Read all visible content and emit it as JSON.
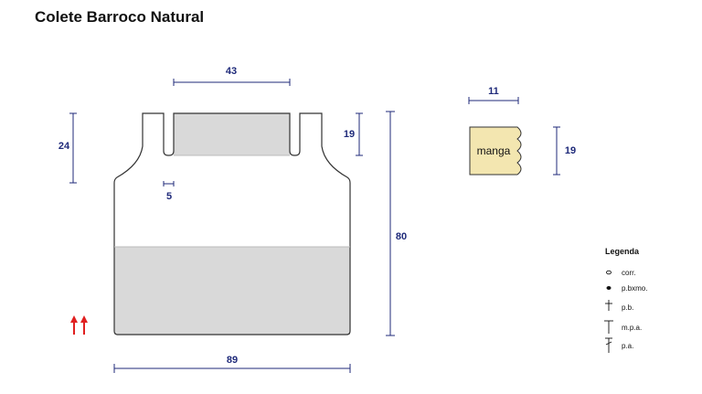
{
  "title": "Colete Barroco Natural",
  "colors": {
    "dimension": "#1f2a7a",
    "outline": "#333333",
    "fill_gray": "#d9d9d9",
    "sleeve_fill": "#f3e6b0",
    "arrow": "#e02020"
  },
  "body": {
    "width_label": "89",
    "height_label": "80",
    "armhole_label": "24",
    "neck_width_label": "43",
    "neck_depth_label": "19",
    "strap_label": "5",
    "arrow_icon": "up-arrows-icon"
  },
  "sleeve": {
    "label": "manga",
    "width_label": "11",
    "height_label": "19"
  },
  "legend": {
    "title": "Legenda",
    "items": [
      {
        "symbol": "chain-icon",
        "label": "corr."
      },
      {
        "symbol": "slip-stitch-icon",
        "label": "p.bxmo."
      },
      {
        "symbol": "single-crochet-icon",
        "label": "p.b."
      },
      {
        "symbol": "half-double-crochet-icon",
        "label": "m.p.a."
      },
      {
        "symbol": "double-crochet-icon",
        "label": "p.a."
      }
    ]
  }
}
